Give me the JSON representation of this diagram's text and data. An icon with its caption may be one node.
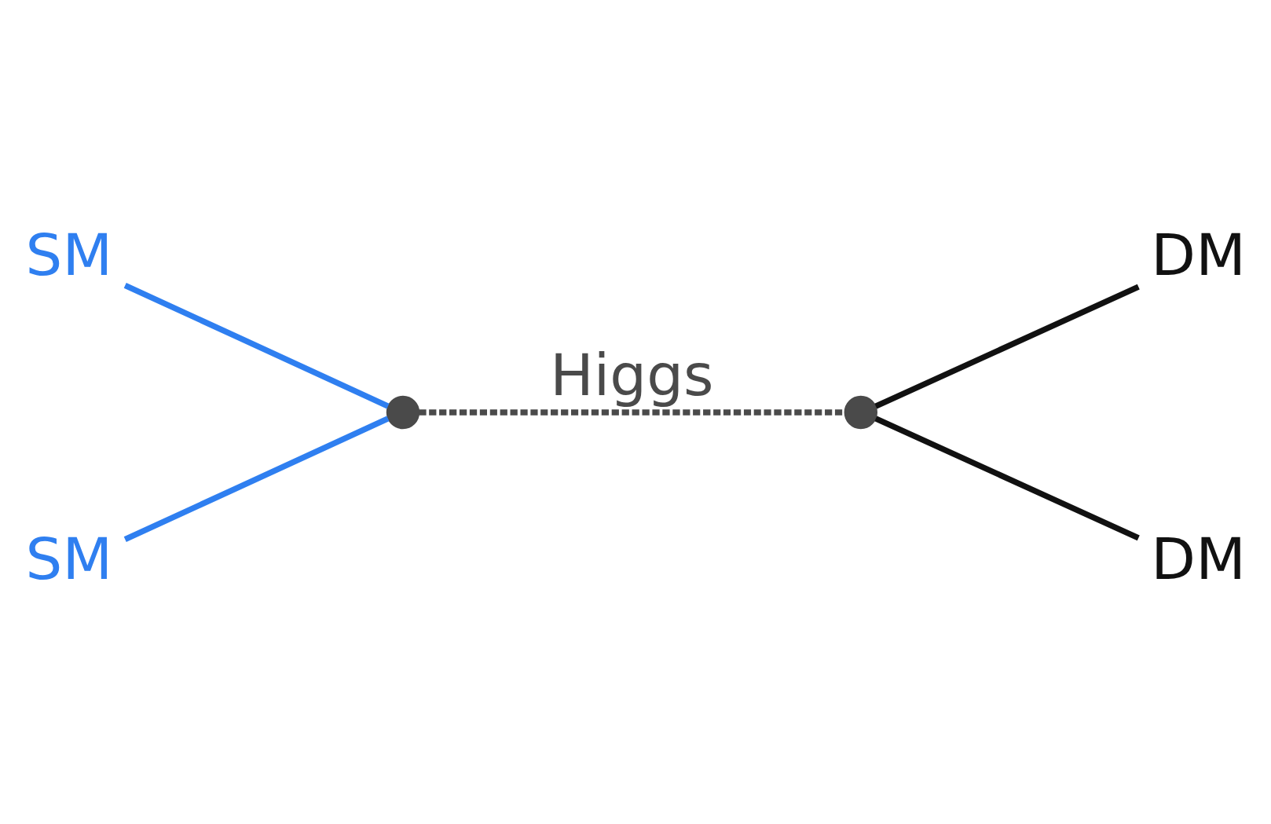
{
  "diagram": {
    "nodes": [
      {
        "text": [
          "SM"
        ]
      },
      {
        "text": [
          "DM"
        ]
      },
      {
        "text": [],
        "shape": "circle"
      },
      {
        "text": [],
        "shape": "circle"
      },
      {
        "text": [
          "SM"
        ]
      },
      {
        "text": [
          "DM"
        ]
      }
    ],
    "edges": [
      {
        "from": 0,
        "to": 2,
        "arrow": "none",
        "color": "#2f7ff0"
      },
      {
        "from": 4,
        "to": 2,
        "arrow": "none",
        "color": "#2f7ff0"
      },
      {
        "from": 2,
        "to": 3,
        "arrow": "none",
        "label": "Higgs",
        "style": "dashed",
        "color": "#4a4a4a"
      },
      {
        "from": 3,
        "to": 1,
        "arrow": "none",
        "color": "#111111"
      },
      {
        "from": 3,
        "to": 5,
        "arrow": "none",
        "color": "#111111"
      }
    ]
  }
}
